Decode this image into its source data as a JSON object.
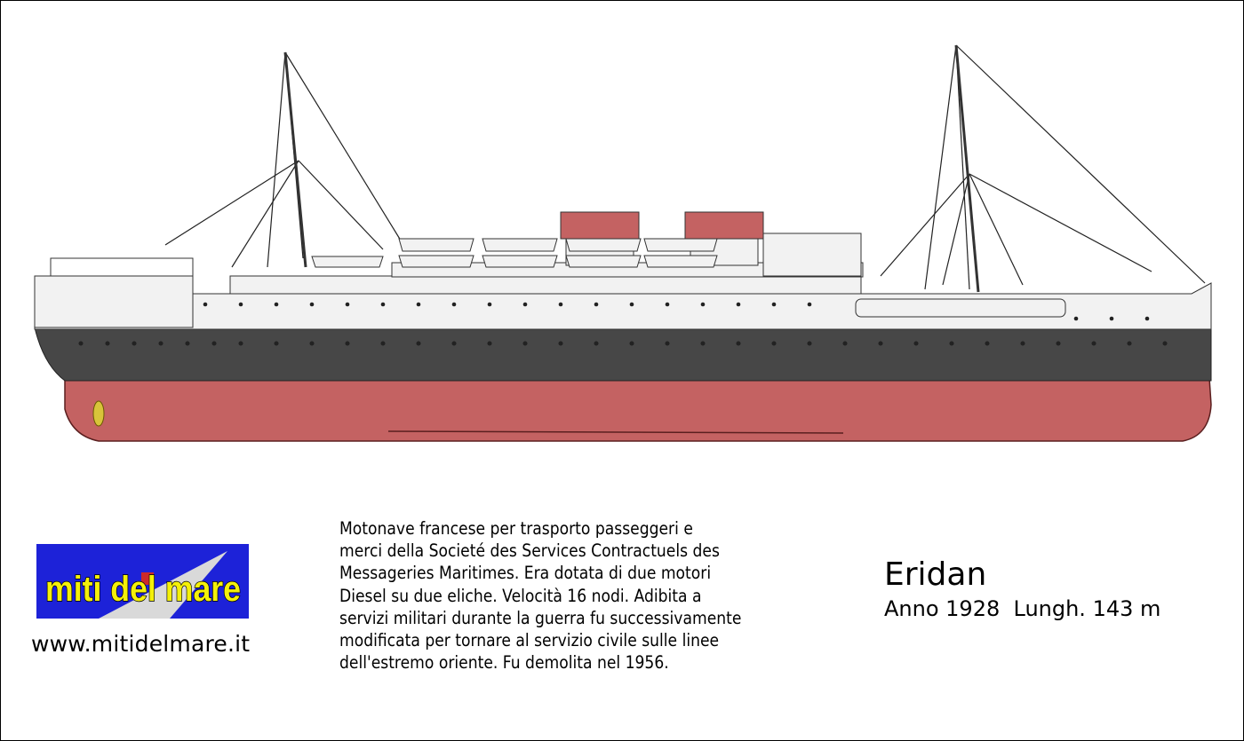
{
  "logo": {
    "text": "miti del mare",
    "colors": {
      "background": "#1d22d8",
      "text": "#f4f00a",
      "swoosh": "#d9d9d9",
      "accent": "#cc2a2a"
    }
  },
  "website": "www.mitidelmare.it",
  "description": {
    "lines": [
      "Motonave francese per trasporto passeggeri e",
      "merci della Societé des Services Contractuels des",
      "Messageries Maritimes. Era dotata di due motori",
      "Diesel su due eliche. Velocità 16 nodi. Adibita a",
      "servizi militari durante la guerra fu successivamente",
      "modificata per tornare al servizio civile sulle linee",
      "dell'estremo oriente. Fu demolita nel 1956."
    ]
  },
  "ship": {
    "name": "Eridan",
    "specs": "Anno 1928  Lungh. 143 m",
    "colors": {
      "hull_lower": "#c46262",
      "hull_band": "#474747",
      "superstructure": "#f2f2f2",
      "funnel": "#c46262",
      "propeller": "#d8c43a"
    }
  }
}
